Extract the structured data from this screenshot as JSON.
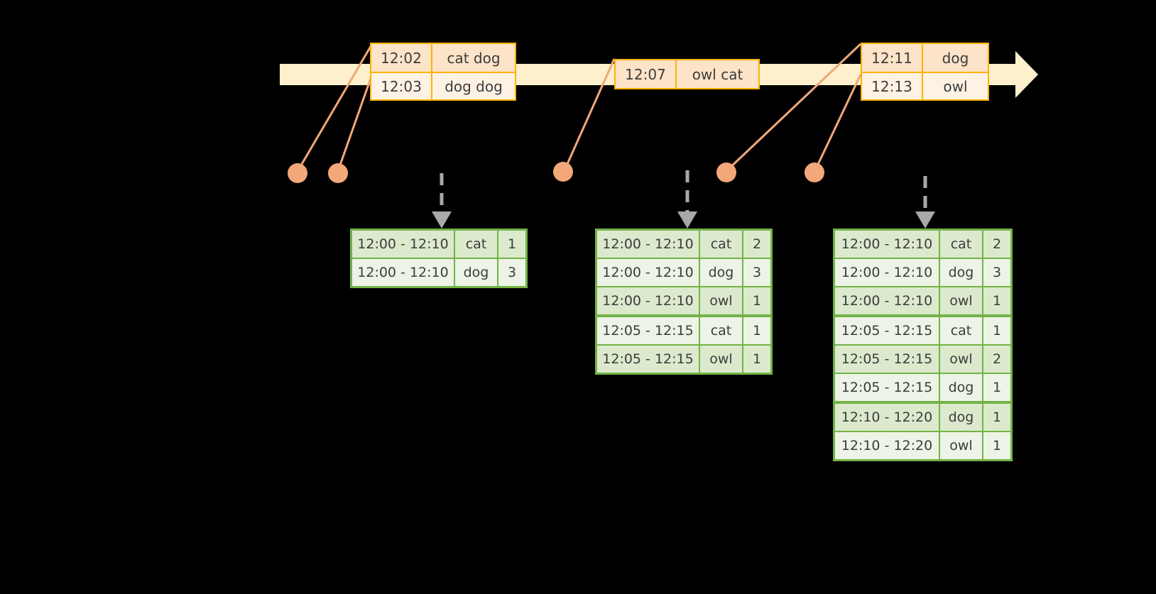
{
  "diagram": {
    "title_text": "",
    "colors": {
      "timeline_fill": "#FEF0CC",
      "event_border": "#FFB300",
      "event_fill_dark": "#FDE3C7",
      "event_fill_light": "#FEF2E4",
      "connector": "#F0A878",
      "dot": "#F2A878",
      "table_border": "#73B346",
      "table_fill_dark": "#DCE9CD",
      "table_fill_light": "#EDF3E6",
      "dashed_arrow": "#A8A8A8",
      "background": "#000000",
      "text": "#3c3c3c"
    }
  },
  "timeline": {
    "name": "event-timeline",
    "events": [
      {
        "id": "event-group-1",
        "rows": [
          {
            "time": "12:02",
            "words": "cat dog"
          },
          {
            "time": "12:03",
            "words": "dog dog"
          }
        ]
      },
      {
        "id": "event-group-2",
        "rows": [
          {
            "time": "12:07",
            "words": "owl cat"
          }
        ]
      },
      {
        "id": "event-group-3",
        "rows": [
          {
            "time": "12:11",
            "words": "dog"
          },
          {
            "time": "12:13",
            "words": "owl"
          }
        ]
      }
    ]
  },
  "tables": [
    {
      "id": "result-table-1",
      "rows": [
        {
          "window": "12:00 - 12:10",
          "word": "cat",
          "count": "1",
          "group": 0
        },
        {
          "window": "12:00 - 12:10",
          "word": "dog",
          "count": "3",
          "group": 0
        }
      ]
    },
    {
      "id": "result-table-2",
      "rows": [
        {
          "window": "12:00 - 12:10",
          "word": "cat",
          "count": "2",
          "group": 0
        },
        {
          "window": "12:00 - 12:10",
          "word": "dog",
          "count": "3",
          "group": 0
        },
        {
          "window": "12:00 - 12:10",
          "word": "owl",
          "count": "1",
          "group": 0
        },
        {
          "window": "12:05 - 12:15",
          "word": "cat",
          "count": "1",
          "group": 1
        },
        {
          "window": "12:05 - 12:15",
          "word": "owl",
          "count": "1",
          "group": 1
        }
      ]
    },
    {
      "id": "result-table-3",
      "rows": [
        {
          "window": "12:00 - 12:10",
          "word": "cat",
          "count": "2",
          "group": 0
        },
        {
          "window": "12:00 - 12:10",
          "word": "dog",
          "count": "3",
          "group": 0
        },
        {
          "window": "12:00 - 12:10",
          "word": "owl",
          "count": "1",
          "group": 0
        },
        {
          "window": "12:05 - 12:15",
          "word": "cat",
          "count": "1",
          "group": 1
        },
        {
          "window": "12:05 - 12:15",
          "word": "owl",
          "count": "2",
          "group": 1
        },
        {
          "window": "12:05 - 12:15",
          "word": "dog",
          "count": "1",
          "group": 1
        },
        {
          "window": "12:10 - 12:20",
          "word": "dog",
          "count": "1",
          "group": 2
        },
        {
          "window": "12:10 - 12:20",
          "word": "owl",
          "count": "1",
          "group": 2
        }
      ]
    }
  ]
}
